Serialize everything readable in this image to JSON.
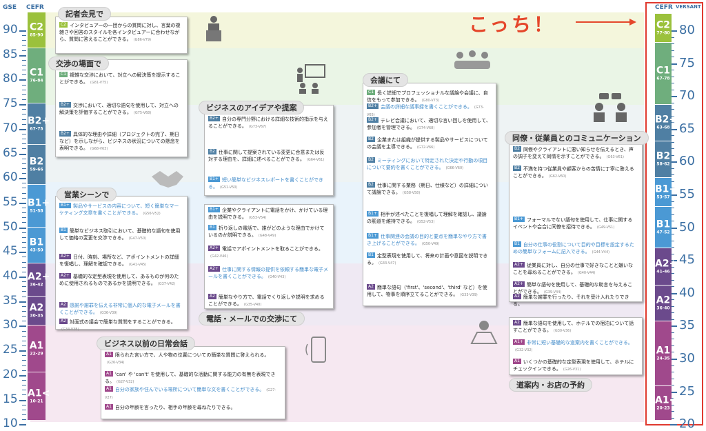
{
  "headers": {
    "gse": "GSE",
    "cefr_left": "CEFR",
    "cefr_right": "CEFR",
    "versant": "VERSANT"
  },
  "annotation": {
    "text": "こっち！"
  },
  "gse_scale": [
    "90",
    "85",
    "80",
    "75",
    "70",
    "65",
    "60",
    "55",
    "50",
    "45",
    "40",
    "35",
    "30",
    "25",
    "20",
    "15",
    "10"
  ],
  "versant_scale": [
    "80",
    "75",
    "70",
    "65",
    "60",
    "55",
    "50",
    "45",
    "40",
    "35",
    "30",
    "25",
    "20"
  ],
  "cefr_left": [
    {
      "code": "C2",
      "range": "85-90"
    },
    {
      "code": "C1",
      "range": "76-84"
    },
    {
      "code": "B2+",
      "range": "67-75"
    },
    {
      "code": "B2",
      "range": "59-66"
    },
    {
      "code": "B1+",
      "range": "51-58"
    },
    {
      "code": "B1",
      "range": "43-50"
    },
    {
      "code": "A2+",
      "range": "36-42"
    },
    {
      "code": "A2",
      "range": "30-35"
    },
    {
      "code": "A1",
      "range": "22-29"
    },
    {
      "code": "A1<",
      "range": "10-21"
    }
  ],
  "cefr_right": [
    {
      "code": "C2",
      "range": "77-80"
    },
    {
      "code": "C1",
      "range": "67-78"
    },
    {
      "code": "B2+",
      "range": "63-68"
    },
    {
      "code": "B2",
      "range": "58-62"
    },
    {
      "code": "B1+",
      "range": "53-57"
    },
    {
      "code": "B1",
      "range": "47-52"
    },
    {
      "code": "A2+",
      "range": "41-46"
    },
    {
      "code": "A2",
      "range": "36-40"
    },
    {
      "code": "A1",
      "range": "24-35"
    },
    {
      "code": "A1<",
      "range": "20-23"
    }
  ],
  "cards": [
    {
      "title": "記者会見で",
      "entries": [
        {
          "badge": "C2",
          "text": "インタビュアーの一団からの質問に対し、言葉の複雑さや回答のスタイルを各インタビュアーに合わせながら、質問に答えることができる。",
          "gse": "(G86-V79)",
          "blue": false
        }
      ]
    },
    {
      "title": "交渉の場面で",
      "entries": [
        {
          "badge": "C1",
          "text": "複雑な交渉において、対立への解決策を提示することができる。",
          "gse": "(G81-V75)",
          "blue": false
        },
        {
          "badge": "B2+",
          "text": "交渉において、適切な語句を使用して、対立への解決策を評価することができる。",
          "gse": "(G75-V68)",
          "blue": false
        },
        {
          "badge": "B2+",
          "text": "具体的な理由や詳細（プロジェクトの完了、期日など）を示しながら、ビジネスの状況についての懸念を表明できる。",
          "gse": "(G68-V63)",
          "blue": false
        }
      ]
    },
    {
      "title": "営業シーンで",
      "entries": [
        {
          "badge": "B1+",
          "text": "製品やサービスの内容について、短く簡単なマーケティング文章を書くことができる。",
          "gse": "(G56-V52)",
          "blue": true
        },
        {
          "badge": "B1",
          "text": "簡単なビジネス取引において、基礎的な語句を使用して価格の変更を交渉できる。",
          "gse": "(G47-V50)",
          "blue": false
        },
        {
          "badge": "A2+",
          "text": "日付、時刻、場所など、アポイントメントの詳細を復唱し、理解を確認できる。",
          "gse": "(G41-V45)",
          "blue": false
        },
        {
          "badge": "A2+",
          "text": "基礎的な定型表現を使用して、あるものが何のために使用されるものであるかを説明できる。",
          "gse": "(G37-V42)",
          "blue": false
        },
        {
          "badge": "A2",
          "text": "感謝や謝罪を伝える非常に個人的な電子メールを書くことができる。",
          "gse": "(G36-V39)",
          "blue": true
        },
        {
          "badge": "A2",
          "text": "対面式の議会で簡単な質問をすることができる。",
          "gse": "(G34-V38)",
          "blue": false
        }
      ]
    },
    {
      "title": "ビジネスのアイデアや提案",
      "entries": [
        {
          "badge": "B2+",
          "text": "自分の専門分野における詳細な技術的指示を与えることができる。",
          "gse": "(G73-V67)",
          "blue": false
        },
        {
          "badge": "B2",
          "text": "仕事に関して提案されている変更に合意または反対する理由を、詳細に述べることができる。",
          "gse": "(G64-V61)",
          "blue": false
        },
        {
          "badge": "B1+",
          "text": "短い簡単なビジネスレポートを書くことができる。",
          "gse": "(G51-V50)",
          "blue": true
        }
      ]
    },
    {
      "title": "電話・メールでの交渉にて",
      "entries": [
        {
          "badge": "B1+",
          "text": "企業やクライアントに電話をかけ、かけている理由を説明できる。",
          "gse": "(G53-V54)",
          "blue": false
        },
        {
          "badge": "B1",
          "text": "折り返しの電話で、誰がどのような理由でかけているのか説明できる。",
          "gse": "(G48-V49)",
          "blue": false
        },
        {
          "badge": "A2+",
          "text": "電話でアポイントメントを取ることができる。",
          "gse": "(G42-V46)",
          "blue": false
        },
        {
          "badge": "A2+",
          "text": "仕事に関する情報の提供を依頼する簡単な電子メールを書くことができる。",
          "gse": "(G40-V43)",
          "blue": true
        },
        {
          "badge": "A2",
          "text": "簡単なやり方で、電話でくり返しや説明を求めることができる。",
          "gse": "(G35-V40)",
          "blue": false
        }
      ]
    },
    {
      "title": "会議にて",
      "entries": [
        {
          "badge": "C1",
          "text": "長く詳細でプロフェッショナルな議論や会議に、自信をもって参加できる。",
          "gse": "(G80-V73)",
          "blue": false
        },
        {
          "badge": "B2+",
          "text": "会議の詳細な議事録を書くことができる。",
          "gse": "(G73-V65)",
          "blue": true
        },
        {
          "badge": "B2+",
          "text": "テレビ会議において、適切な言い回しを使用して、参加者を管理できる。",
          "gse": "(G74-V68)",
          "blue": false
        },
        {
          "badge": "B2",
          "text": "企業または組織が提供する製品やサービスについての会議を主導できる。",
          "gse": "(G72-V66)",
          "blue": false
        },
        {
          "badge": "B2",
          "text": "ミーティングにおいて特定された決定や行動の項目について要約を書くことができる。",
          "gse": "(G66-V60)",
          "blue": true
        },
        {
          "badge": "B2",
          "text": "仕事に関する業務（期日、仕様など）の詳細について議論できる。",
          "gse": "(G58-V58)",
          "blue": false
        },
        {
          "badge": "B1+",
          "text": "相手が述べたことを復唱して理解を確認し、議論の筋道を維持できる。",
          "gse": "(G52-V53)",
          "blue": false
        },
        {
          "badge": "B1+",
          "text": "仕事関連の会議の目的と要点を簡単なやり方で書き上げることができる。",
          "gse": "(G50-V49)",
          "blue": true
        },
        {
          "badge": "B1",
          "text": "定型表現を使用して、将来の計画や意図を説明できる。",
          "gse": "(G43-V47)",
          "blue": false
        },
        {
          "badge": "A2",
          "text": "簡単な語句（'first'、'second'、'third' など）を使用して、物事を順序立てることができる。",
          "gse": "(G33-V39)",
          "blue": false
        }
      ]
    },
    {
      "title": "同僚・従業員とのコミュニケーション",
      "entries": [
        {
          "badge": "B2",
          "text": "同僚やクライアントに悪い知らせを伝えるとき、声の調子を変えて同情を示すことができる。",
          "gse": "(G63-V61)",
          "blue": false
        },
        {
          "badge": "B2",
          "text": "不満を持つ従業員や顧客からの苦情に丁寧に答えることができる。",
          "gse": "(G62-V60)",
          "blue": false
        },
        {
          "badge": "B1+",
          "text": "フォーマルでない語句を使用して、仕事に関するイベントや会合に同僚を招待できる。",
          "gse": "(G49-V51)",
          "blue": false
        },
        {
          "badge": "B1",
          "text": "自分の仕事の役割について目的や目標を設定するための簡単なフォームに記入できる。",
          "gse": "(G44-V44)",
          "blue": true
        },
        {
          "badge": "A2+",
          "text": "従業員に対し、自分の仕事で好きなことと嫌いなことを尋ねることができる。",
          "gse": "(G40-V44)",
          "blue": false
        },
        {
          "badge": "A2+",
          "text": "簡単な語句を使用して、基礎的な助言を与えることができる。",
          "gse": "(G39-V44)",
          "blue": false
        },
        {
          "badge": "A2",
          "text": "簡単な謝罪を行ったり、それを受け入れたりできる。",
          "gse": "",
          "blue": false
        }
      ]
    },
    {
      "title": "道案内・お店の予約",
      "entries": [
        {
          "badge": "A2",
          "text": "簡単な語句を使用して、ホテルでの宿泊について話すことができる。",
          "gse": "(G30-V36)",
          "blue": false
        },
        {
          "badge": "A1+",
          "text": "非常に短い基礎的な道案内を書くことができる。",
          "gse": "(G32-V32)",
          "blue": true
        },
        {
          "badge": "A1",
          "text": "いくつかの基礎的な定型表現を使用して、ホテルにチェックインできる。",
          "gse": "(G26-V31)",
          "blue": false
        }
      ]
    },
    {
      "title": "ビジネス以前の日常会話",
      "entries": [
        {
          "badge": "A1",
          "text": "限られた言い方で、人や物の位置についての簡単な質問に答えられる。",
          "gse": "(G26-V34)",
          "blue": false
        },
        {
          "badge": "A1",
          "text": "'can' や 'can't' を使用して、基礎的な活動に関する能力の有無を表現できる。",
          "gse": "(G27-V32)",
          "blue": false
        },
        {
          "badge": "A1",
          "text": "自分の家族や住んでいる場所について簡単な文を書くことができる。",
          "gse": "(G27-V27)",
          "blue": true
        },
        {
          "badge": "A1",
          "text": "自分の年齢を言ったり、相手の年齢を尋ねたりできる。",
          "gse": "",
          "blue": false
        }
      ]
    }
  ],
  "colors": {
    "scale_text": "#3b6fa3",
    "annotation": "#e5472b",
    "highlight_box": "#e03a2f",
    "blue_text": "#3d88c8"
  }
}
